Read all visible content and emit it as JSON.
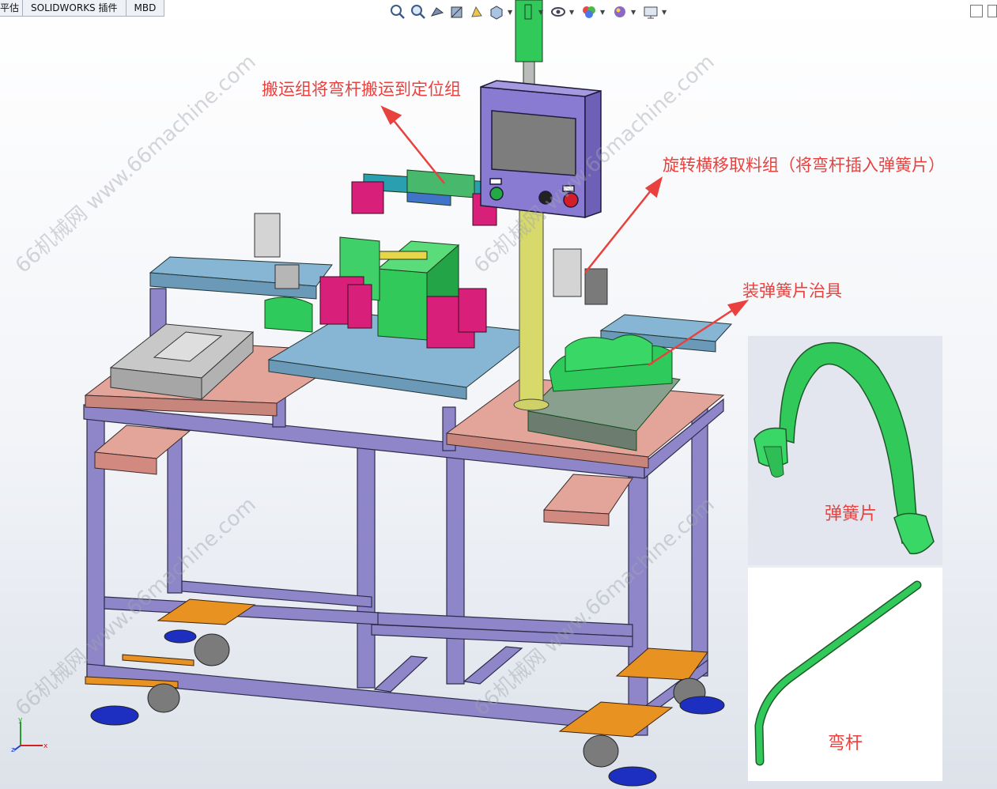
{
  "tabs": [
    {
      "label": "平估"
    },
    {
      "label": "SOLIDWORKS 插件"
    },
    {
      "label": "MBD"
    }
  ],
  "toolbar": {
    "icons": [
      "zoom-fit-icon",
      "zoom-area-icon",
      "previous-view-icon",
      "section-view-icon",
      "dynamic-annotation-icon",
      "view-orientation-icon",
      "display-style-icon",
      "hide-show-icon",
      "edit-appearance-icon",
      "apply-scene-icon",
      "view-settings-icon"
    ]
  },
  "callouts": {
    "transport": "搬运组将弯杆搬运到定位组",
    "rotate": "旋转横移取料组（将弯杆插入弹簧片）",
    "fixture": "装弹簧片治具"
  },
  "insets": {
    "spring_label": "弹簧片",
    "rod_label": "弯杆"
  },
  "watermark": "66机械网 www.66machine.com",
  "triad": {
    "x": "x",
    "y": "y",
    "z": "z"
  },
  "colors": {
    "frame": "#8e86c9",
    "plate_blue": "#86b6d3",
    "plate_pink": "#e3a49a",
    "green_part": "#30c95a",
    "magenta": "#d8207a",
    "orange_pad": "#e89222",
    "cylinder_yellow": "#d7d96a",
    "panel_purple": "#8a7bd2",
    "callout_red": "#e8413e"
  }
}
